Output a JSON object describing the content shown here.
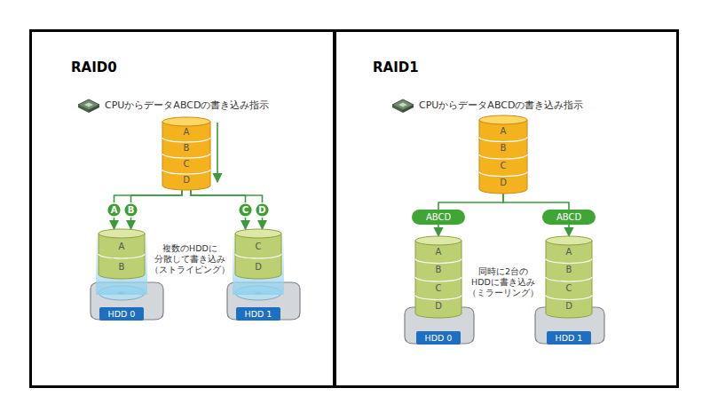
{
  "diagram": {
    "nodes": [
      {
        "text": [
          "RAID0"
        ]
      },
      {
        "text": [
          "A",
          "B",
          "C",
          "D"
        ],
        "in": 0
      },
      {
        "text": [
          "A"
        ],
        "in": 0
      },
      {
        "text": [
          "B"
        ],
        "in": 0
      },
      {
        "text": [
          "C"
        ],
        "in": 0
      },
      {
        "text": [
          "D"
        ],
        "in": 0
      },
      {
        "text": [
          "A",
          "B"
        ],
        "in": 0
      },
      {
        "text": [
          "C",
          "D"
        ],
        "in": 0
      },
      {
        "text": [
          "HDD 0"
        ],
        "in": 0
      },
      {
        "text": [
          "HDD 1"
        ],
        "in": 0
      },
      {
        "text": [
          "RAID1"
        ]
      },
      {
        "text": [
          "A",
          "B",
          "C",
          "D"
        ],
        "in": 10
      },
      {
        "text": [
          "ABCD"
        ],
        "in": 10
      },
      {
        "text": [
          "ABCD"
        ],
        "in": 10
      },
      {
        "text": [
          "A",
          "B",
          "C",
          "D"
        ],
        "in": 10
      },
      {
        "text": [
          "A",
          "B",
          "C",
          "D"
        ],
        "in": 10
      },
      {
        "text": [
          "HDD 0"
        ],
        "in": 10
      },
      {
        "text": [
          "HDD 1"
        ],
        "in": 10
      }
    ],
    "edges": [
      {
        "from": 1,
        "to": 2,
        "arrow": "none"
      },
      {
        "from": 1,
        "to": 3,
        "arrow": "none"
      },
      {
        "from": 1,
        "to": 4,
        "arrow": "none"
      },
      {
        "from": 1,
        "to": 5,
        "arrow": "none"
      },
      {
        "from": 2,
        "to": 6,
        "arrow": "to"
      },
      {
        "from": 3,
        "to": 6,
        "arrow": "to"
      },
      {
        "from": 4,
        "to": 7,
        "arrow": "to"
      },
      {
        "from": 5,
        "to": 7,
        "arrow": "to"
      },
      {
        "from": 11,
        "to": 12,
        "arrow": "none"
      },
      {
        "from": 11,
        "to": 13,
        "arrow": "none"
      },
      {
        "from": 12,
        "to": 14,
        "arrow": "to"
      },
      {
        "from": 13,
        "to": 15,
        "arrow": "to"
      }
    ],
    "labels": [
      "CPUからデータABCDの書き込み指示",
      "複数のHDDに 分散して書き込み （ストライピング）",
      "CPUからデータABCDの書き込み指示",
      "同時に2台の HDDに書き込み （ミラーリング）"
    ]
  }
}
